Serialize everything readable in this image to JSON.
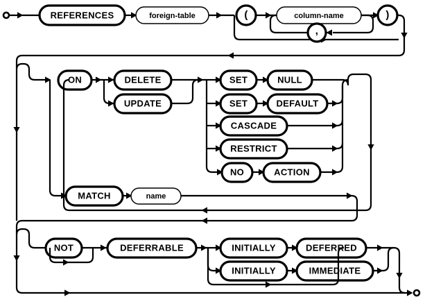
{
  "diagram": {
    "title": "REFERENCES foreign key clause railroad diagram",
    "type": "railroad-syntax-diagram",
    "colors": {
      "stroke": "#000000",
      "background": "#ffffff"
    },
    "start_marker": "start-terminal-circle",
    "end_marker": "end-terminal-circle",
    "rows": [
      {
        "name": "references-row",
        "nodes": [
          "REFERENCES",
          "foreign-table",
          "(",
          "column-name",
          ",",
          ")"
        ]
      },
      {
        "name": "on-action-row",
        "nodes": [
          "ON",
          "DELETE",
          "UPDATE",
          "SET",
          "NULL",
          "SET",
          "DEFAULT",
          "CASCADE",
          "RESTRICT",
          "NO",
          "ACTION"
        ]
      },
      {
        "name": "match-row",
        "nodes": [
          "MATCH",
          "name"
        ]
      },
      {
        "name": "deferrable-row",
        "nodes": [
          "NOT",
          "DEFERRABLE",
          "INITIALLY",
          "DEFERRED",
          "INITIALLY",
          "IMMEDIATE"
        ]
      }
    ],
    "nodes": {
      "references": {
        "label": "REFERENCES",
        "kind": "keyword"
      },
      "foreign_table": {
        "label": "foreign-table",
        "kind": "nonterminal"
      },
      "lparen": {
        "label": "(",
        "kind": "keyword"
      },
      "column_name": {
        "label": "column-name",
        "kind": "nonterminal"
      },
      "comma": {
        "label": ",",
        "kind": "keyword"
      },
      "rparen": {
        "label": ")",
        "kind": "keyword"
      },
      "on": {
        "label": "ON",
        "kind": "keyword"
      },
      "delete": {
        "label": "DELETE",
        "kind": "keyword"
      },
      "update": {
        "label": "UPDATE",
        "kind": "keyword"
      },
      "set1": {
        "label": "SET",
        "kind": "keyword"
      },
      "null": {
        "label": "NULL",
        "kind": "keyword"
      },
      "set2": {
        "label": "SET",
        "kind": "keyword"
      },
      "default": {
        "label": "DEFAULT",
        "kind": "keyword"
      },
      "cascade": {
        "label": "CASCADE",
        "kind": "keyword"
      },
      "restrict": {
        "label": "RESTRICT",
        "kind": "keyword"
      },
      "no": {
        "label": "NO",
        "kind": "keyword"
      },
      "action": {
        "label": "ACTION",
        "kind": "keyword"
      },
      "match": {
        "label": "MATCH",
        "kind": "keyword"
      },
      "name": {
        "label": "name",
        "kind": "nonterminal"
      },
      "not": {
        "label": "NOT",
        "kind": "keyword"
      },
      "deferrable": {
        "label": "DEFERRABLE",
        "kind": "keyword"
      },
      "initially1": {
        "label": "INITIALLY",
        "kind": "keyword"
      },
      "deferred": {
        "label": "DEFERRED",
        "kind": "keyword"
      },
      "initially2": {
        "label": "INITIALLY",
        "kind": "keyword"
      },
      "immediate": {
        "label": "IMMEDIATE",
        "kind": "keyword"
      }
    }
  }
}
